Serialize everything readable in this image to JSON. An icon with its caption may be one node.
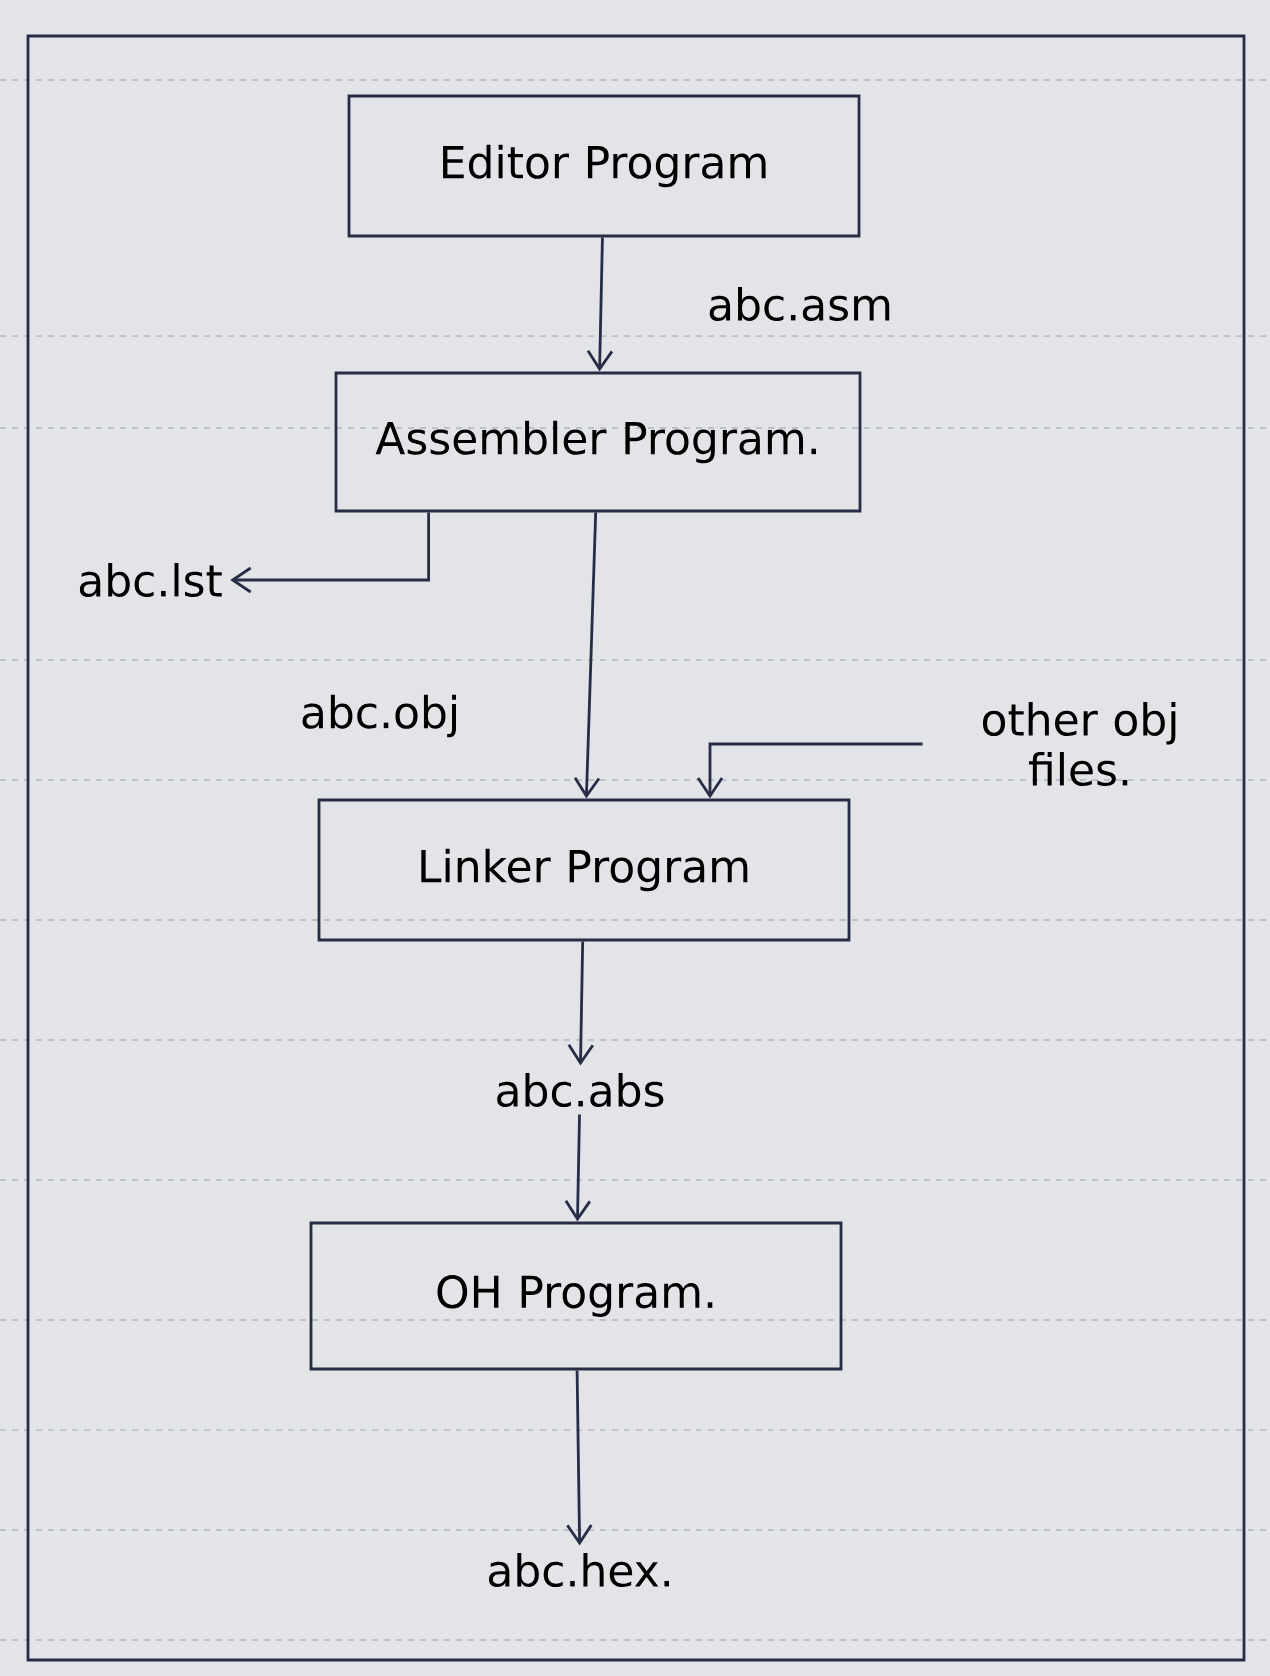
{
  "diagram": {
    "nodes": [
      {
        "text": [
          "Editor Program"
        ]
      },
      {
        "text": [
          "Assembler Program."
        ]
      },
      {
        "text": [
          "abc.lst"
        ]
      },
      {
        "text": [
          "Linker Program"
        ]
      },
      {
        "text": [
          "other obj files."
        ]
      },
      {
        "text": [
          "abc.abs"
        ]
      },
      {
        "text": [
          "OH Program."
        ]
      },
      {
        "text": [
          "abc.hex."
        ]
      }
    ],
    "edges": [
      {
        "from": 0,
        "to": 1,
        "arrow": "to",
        "label": "abc.asm"
      },
      {
        "from": 1,
        "to": 2,
        "arrow": "to"
      },
      {
        "from": 1,
        "to": 3,
        "arrow": "to",
        "label": "abc.obj"
      },
      {
        "from": 4,
        "to": 3,
        "arrow": "to"
      },
      {
        "from": 3,
        "to": 5,
        "arrow": "to"
      },
      {
        "from": 5,
        "to": 6,
        "arrow": "to"
      },
      {
        "from": 6,
        "to": 7,
        "arrow": "to"
      }
    ]
  }
}
